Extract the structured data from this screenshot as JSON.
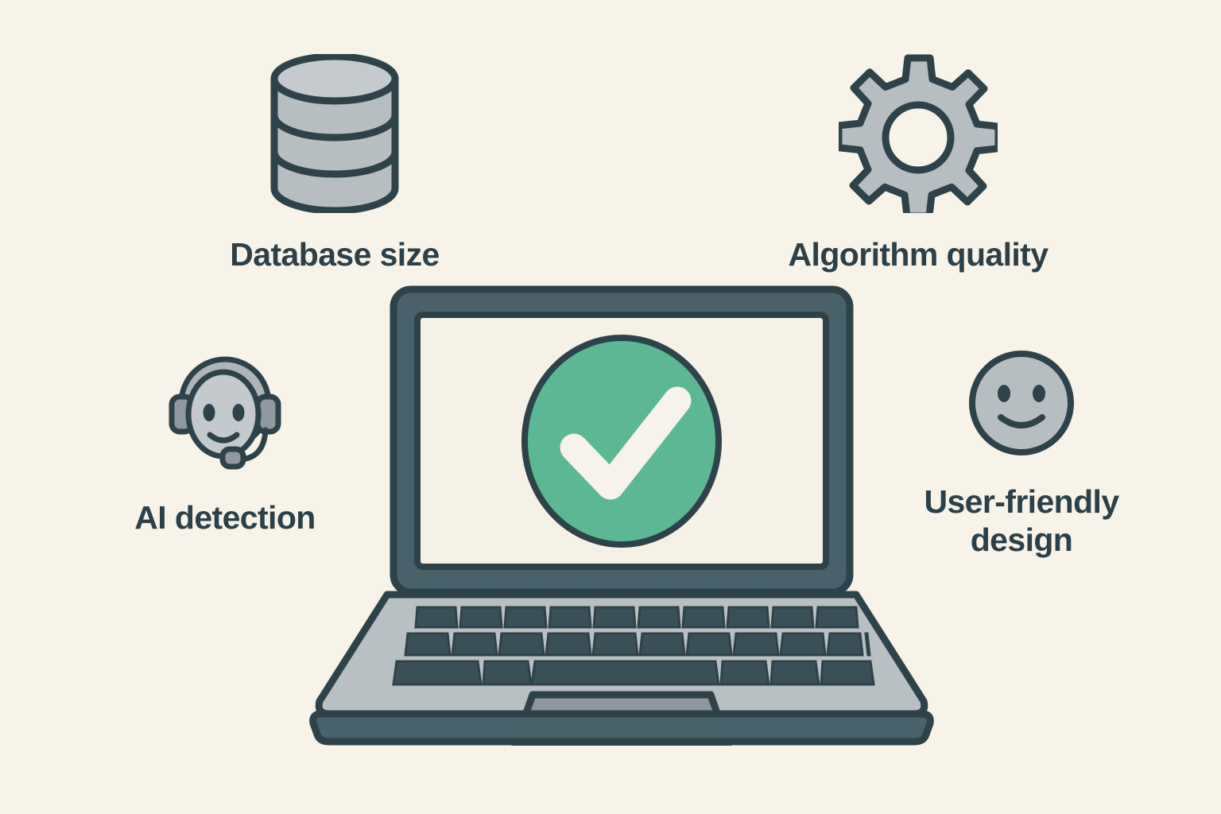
{
  "page": {
    "type": "feature-infographic",
    "background_color": "#f8f3e9",
    "text_color": "#2c4049",
    "outline_color": "#2e4249",
    "icon_fill_color": "#b7bec2",
    "icon_fill_light": "#c8ced1",
    "accent_color": "#5cb894",
    "screen_color": "#f5f1e6",
    "keyboard_color": "#b9c0c4",
    "key_color": "#3a5059"
  },
  "features": [
    {
      "id": "database-size",
      "label": "Database size",
      "icon": "database-icon",
      "position": "top-left"
    },
    {
      "id": "algorithm-quality",
      "label": "Algorithm quality",
      "icon": "gear-icon",
      "position": "top-right"
    },
    {
      "id": "ai-detection",
      "label": "AI detection",
      "icon": "headset-support-icon",
      "position": "mid-left"
    },
    {
      "id": "user-friendly-design",
      "label": "User-friendly\ndesign",
      "icon": "smiley-face-icon",
      "position": "mid-right"
    }
  ],
  "center": {
    "id": "laptop",
    "icon": "laptop-icon",
    "screen_content": "checkmark-circle-icon",
    "keyboard": {
      "row_counts": [
        10,
        11,
        6
      ],
      "has_trackpad": true
    }
  }
}
